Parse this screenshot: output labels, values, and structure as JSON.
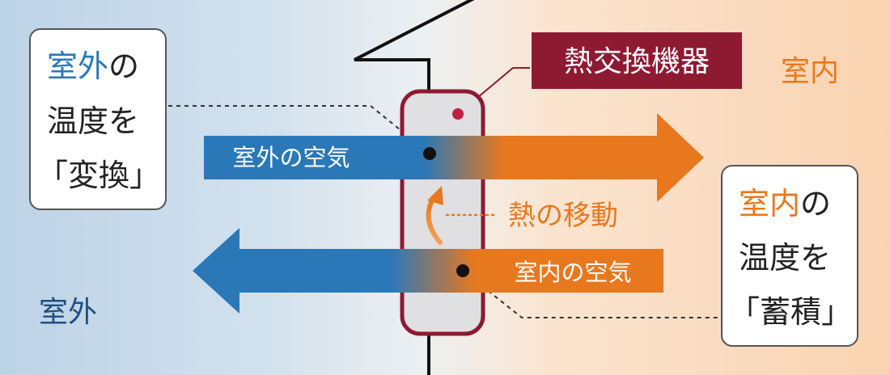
{
  "outdoor_box": {
    "line1_accent": "室外",
    "line1_rest": "の",
    "line2": "温度を",
    "line3": "「変換」"
  },
  "indoor_box": {
    "line1_accent": "室内",
    "line1_rest": "の",
    "line2": "温度を",
    "line3": "「蓄積」"
  },
  "device_label": "熱交換機器",
  "indoor_label": "室内",
  "outdoor_label": "室外",
  "arrow_outdoor_air": "室外の空気",
  "arrow_indoor_air": "室内の空気",
  "heat_movement": "熱の移動",
  "colors": {
    "outdoor_blue": "#2a78b8",
    "outdoor_navy": "#1f4f80",
    "indoor_orange": "#e8781e",
    "device_red": "#8e1a32",
    "box_text": "#222222"
  }
}
